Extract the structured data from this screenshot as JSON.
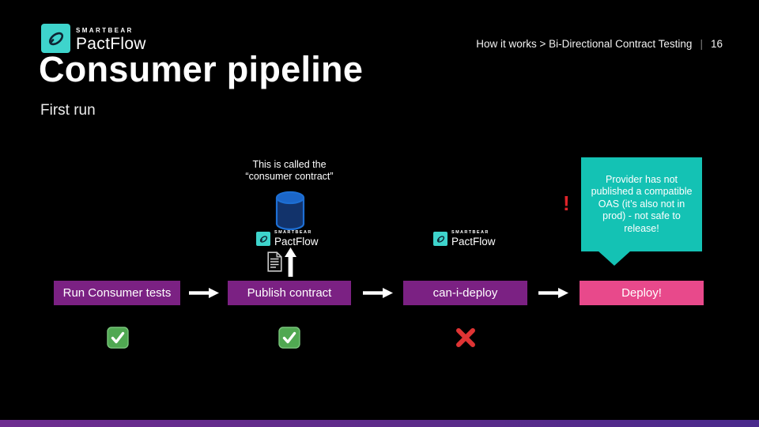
{
  "header": {
    "brand": {
      "company": "SMARTBEAR",
      "product": "PactFlow"
    },
    "breadcrumb": "How it works > Bi-Directional Contract Testing",
    "divider": "|",
    "page_number": "16"
  },
  "title": "Consumer pipeline",
  "subtitle": "First run",
  "annotation": {
    "line1": "This is called the",
    "line2": "“consumer contract”"
  },
  "broker_logo": {
    "company": "SMARTBEAR",
    "product": "PactFlow"
  },
  "deploy_check_logo": {
    "company": "SMARTBEAR",
    "product": "PactFlow"
  },
  "pipeline": {
    "steps": [
      {
        "label": "Run Consumer tests",
        "status": "pass",
        "color": "#7b2183"
      },
      {
        "label": "Publish contract",
        "status": "pass",
        "color": "#7b2183"
      },
      {
        "label": "can-i-deploy",
        "status": "fail",
        "color": "#7b2183"
      },
      {
        "label": "Deploy!",
        "status": "none",
        "color": "#e8498b"
      }
    ]
  },
  "alert_mark": "!",
  "callout": {
    "text": "Provider has not published a compatible OAS (it’s also not in prod) - not safe to release!",
    "background": "#14c2b4"
  },
  "icons": {
    "pact_logo": "pact-swoosh",
    "database": "database-cylinder",
    "contract_file": "document",
    "publish": "arrow-up",
    "flow": "arrow-right",
    "pass": "green-check-square",
    "fail": "red-cross-mark",
    "alert": "red-exclamation"
  },
  "colors": {
    "background": "#000000",
    "box_purple": "#7b2183",
    "box_pink": "#e8498b",
    "callout_teal": "#14c2b4",
    "logo_teal": "#3ed4cc",
    "alert_red": "#e1242a",
    "check_green": "#50a852",
    "cross_red": "#df3434",
    "db_blue_top": "#1b66c9",
    "db_blue_body": "#12336b",
    "footer_purple": "#5c2b8a",
    "text_white": "#ffffff"
  }
}
